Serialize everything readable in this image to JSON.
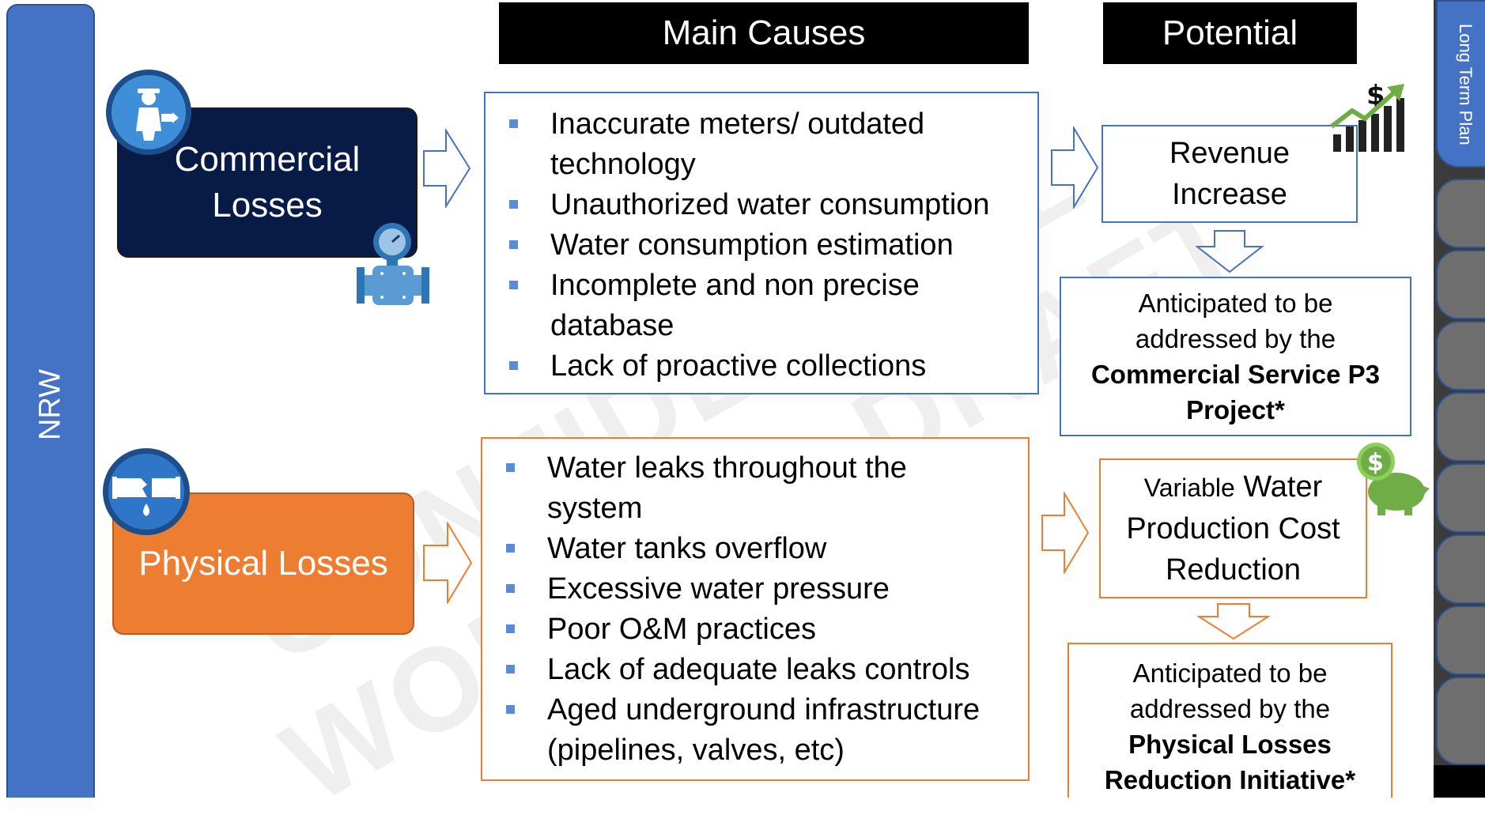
{
  "sidebar_left": {
    "label": "NRW"
  },
  "headers": {
    "main_causes": "Main Causes",
    "potential": "Potential"
  },
  "watermark": {
    "line1": "CONFIDENTIAL",
    "line2": "WORKING DRAFT"
  },
  "commercial": {
    "title": "Commercial Losses",
    "causes": [
      "Inaccurate meters/ outdated technology",
      "Unauthorized water consumption",
      "Water consumption estimation",
      "Incomplete and non precise database",
      "Lack of proactive collections"
    ],
    "potential": "Revenue Increase",
    "anticipated": {
      "prefix": "Anticipated to be addressed by the",
      "project": "Commercial Service P3 Project*"
    }
  },
  "physical": {
    "title": "Physical Losses",
    "causes": [
      "Water leaks throughout the system",
      "Water tanks overflow",
      "Excessive water pressure",
      "Poor O&M practices",
      "Lack of adequate leaks controls",
      "Aged underground infrastructure (pipelines, valves, etc)"
    ],
    "potential": {
      "variable": "Variable",
      "rest": "Water Production Cost Reduction"
    },
    "anticipated": {
      "prefix": "Anticipated to be addressed by the",
      "project": "Physical Losses Reduction Initiative*"
    }
  },
  "sidebar_right": {
    "active_tab": "Long Term Plan",
    "tab_count": 9
  },
  "colors": {
    "blue": "#4472c4",
    "navy": "#081a46",
    "orange": "#ed7d31"
  },
  "icons": [
    "meter-reader-icon",
    "water-meter-icon",
    "broken-pipe-icon",
    "revenue-chart-icon",
    "piggy-bank-icon",
    "arrow-right-icon",
    "arrow-down-icon"
  ]
}
